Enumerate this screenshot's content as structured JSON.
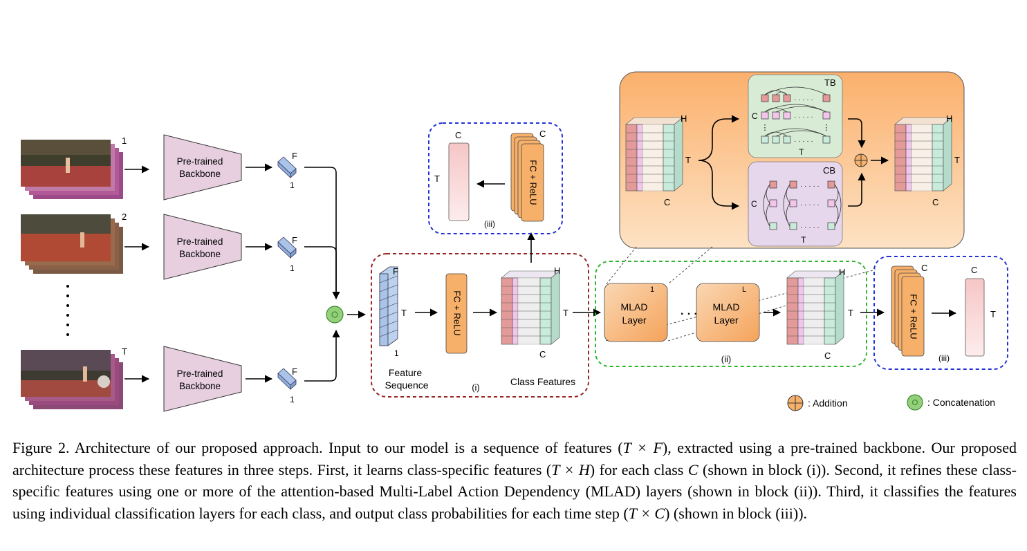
{
  "frames": {
    "labels": [
      "1",
      "2",
      "T"
    ],
    "backbone_label_line1": "Pre-trained",
    "backbone_label_line2": "Backbone",
    "feature_dim": "F",
    "feature_one": "1"
  },
  "block_i": {
    "label": "(i)",
    "feature_dim": "F",
    "feature_time": "T",
    "feature_one": "1",
    "feature_caption_line1": "Feature",
    "feature_caption_line2": "Sequence",
    "fc_label": "FC + ReLU",
    "class_h": "H",
    "class_t": "T",
    "class_c": "C",
    "class_caption": "Class Features"
  },
  "block_iii_top": {
    "label": "(iii)",
    "c_left": "C",
    "t_left": "T",
    "c_right": "C",
    "fc_label": "FC + ReLU"
  },
  "block_ii": {
    "label": "(ii)",
    "mlad_line1": "MLAD",
    "mlad_line2": "Layer",
    "first_index": "1",
    "last_index": "L",
    "dots": "· · ·",
    "out_h": "H",
    "out_t": "T",
    "out_c": "C"
  },
  "block_iii_right": {
    "label": "(iii)",
    "c_stack": "C",
    "fc_label": "FC + ReLU",
    "c_out": "C",
    "t_out": "T"
  },
  "detail": {
    "in_h": "H",
    "in_t": "T",
    "in_c": "C",
    "tb_label": "TB",
    "tb_c": "C",
    "tb_t": "T",
    "cb_label": "CB",
    "cb_c": "C",
    "cb_t": "T",
    "dots": "· · · · ·",
    "out_h": "H",
    "out_t": "T",
    "out_c": "C"
  },
  "legend": {
    "addition": ": Addition",
    "concatenation": ": Concatenation"
  },
  "caption": {
    "p1": "Figure 2. Architecture of our proposed approach. Input to our model is a sequence of features (",
    "m1": "T × F",
    "p2": "), extracted using a pre-trained backbone. Our proposed architecture process these features in three steps. First, it learns class-specific features (",
    "m2": "T × H",
    "p3": ") for each class ",
    "m3": "C",
    "p4": " (shown in block (i)). Second, it refines these class-specific features using one or more of the attention-based Multi-Label Action Dependency (MLAD) layers (shown in block (ii)). Third, it classifies the features using individual classification layers for each class, and output class probabilities for each time step (",
    "m4": "T × C",
    "p5": ") (shown in block (iii))."
  },
  "colors": {
    "backbone_fill": "#e7cfe0",
    "orange": "#f7b06a",
    "feature_blue": "#a9c4e8",
    "class_red": "#e59a9a",
    "class_pink": "#f2c6ea",
    "class_green": "#c9ebdc",
    "concat_green": "#94d07c",
    "detail_bg": "#fbc48f",
    "tb_bg": "#d8ecd5",
    "cb_bg": "#e7d7ec",
    "block_red": "#9a2323",
    "block_blue": "#2231d6",
    "block_green": "#2fb52f"
  }
}
